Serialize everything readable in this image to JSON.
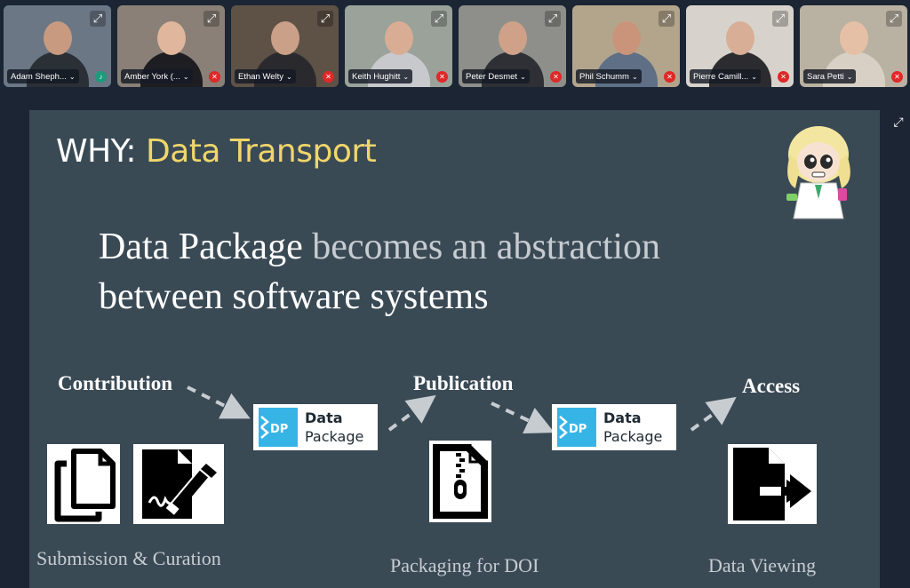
{
  "participants": [
    {
      "name": "Adam Sheph...",
      "muted": false,
      "bg": "#6b7785",
      "skin": "#c89a80",
      "shirt": "#2b2f36"
    },
    {
      "name": "Amber York (...",
      "muted": true,
      "bg": "#8a8077",
      "skin": "#e0b69c",
      "shirt": "#1d1d22"
    },
    {
      "name": "Ethan Welty",
      "muted": true,
      "bg": "#5e5146",
      "skin": "#caa088",
      "shirt": "#2a2a2e"
    },
    {
      "name": "Keith Hughitt",
      "muted": true,
      "bg": "#9aa29a",
      "skin": "#d9ad94",
      "shirt": "#c8c9cc"
    },
    {
      "name": "Peter Desmet",
      "muted": true,
      "bg": "#8e8f8a",
      "skin": "#cfa189",
      "shirt": "#2e3036"
    },
    {
      "name": "Phil Schumm",
      "muted": true,
      "bg": "#b3a58c",
      "skin": "#c99479",
      "shirt": "#5f6f86"
    },
    {
      "name": "Pierre Camill...",
      "muted": true,
      "bg": "#d7d3cc",
      "skin": "#d8ae96",
      "shirt": "#2c2c30"
    },
    {
      "name": "Sara Petti",
      "muted": true,
      "bg": "#b9b1a2",
      "skin": "#e6c0a6",
      "shirt": "#d8d0c4"
    }
  ],
  "slide": {
    "title_why": "WHY:",
    "title_topic": "Data Transport",
    "headline_strong": "Data Package",
    "headline_light": "becomes an abstraction",
    "headline_line2": "between software systems",
    "flow": {
      "contribution": "Contribution",
      "publication": "Publication",
      "access": "Access"
    },
    "captions": {
      "submission": "Submission & Curation",
      "packaging": "Packaging for DOI",
      "viewing": "Data Viewing"
    },
    "dp_card": {
      "logo_text": "DP",
      "line1": "Data",
      "line2": "Package"
    }
  },
  "colors": {
    "slide_bg": "#3a4a55",
    "accent": "#f0d66b",
    "dp_blue": "#37b4e6",
    "mic_muted": "#e02828",
    "active_border": "#2d8cff"
  },
  "icons": {
    "expand": "expand-icon",
    "mic": "mic-muted-icon",
    "chevron": "chevron-down-icon"
  }
}
